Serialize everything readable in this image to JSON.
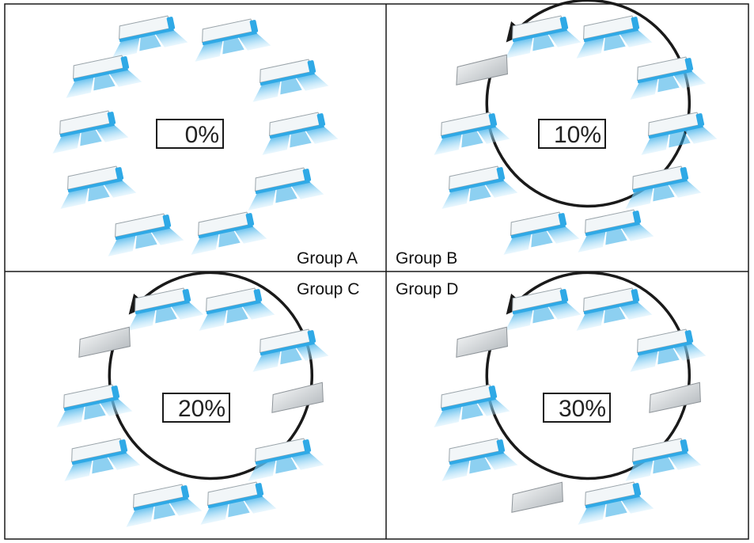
{
  "panels": [
    {
      "group": "Group A",
      "percent": "0%",
      "off_units": [],
      "rotation_arrow": false
    },
    {
      "group": "Group B",
      "percent": "10%",
      "off_units": [
        9
      ],
      "rotation_arrow": true
    },
    {
      "group": "Group C",
      "percent": "20%",
      "off_units": [
        3,
        9
      ],
      "rotation_arrow": true
    },
    {
      "group": "Group D",
      "percent": "30%",
      "off_units": [
        3,
        6,
        9
      ],
      "rotation_arrow": true
    }
  ],
  "colors": {
    "airflow": "#2fa9e6",
    "airflow_light": "#bfe7fb",
    "unit_on_top": "#f2f6f8",
    "unit_off": "#cfd3d6",
    "border": "#1a1a1a",
    "arrow": "#1a1a1a"
  },
  "icons": [
    "cassette-air-conditioner-icon",
    "rotation-arrow-icon"
  ]
}
